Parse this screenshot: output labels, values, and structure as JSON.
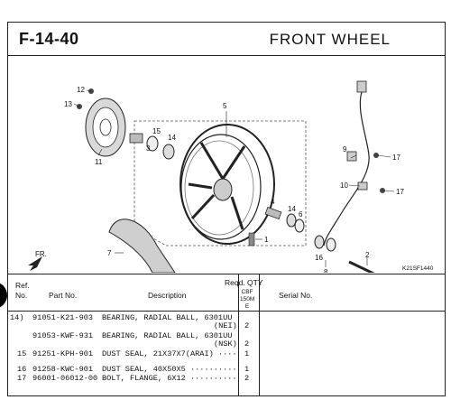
{
  "header": {
    "code": "F-14-40",
    "title": "FRONT WHEEL"
  },
  "diagram": {
    "callouts": [
      "12",
      "13",
      "11",
      "15",
      "3",
      "14",
      "5",
      "9",
      "17",
      "10",
      "17",
      "4",
      "14",
      "6",
      "1",
      "7",
      "16",
      "2",
      "8"
    ],
    "figure_code": "K21SF1440",
    "direction_label": "FR."
  },
  "table": {
    "headers": {
      "ref": "Ref.",
      "no": "No.",
      "part_no": "Part No.",
      "description": "Description",
      "reqd_qty": "Reqd. QTY",
      "model": "CBF",
      "model2": "150M",
      "model3": "E",
      "serial": "Serial No."
    },
    "rows": [
      {
        "ref": "14)",
        "part": "91051-K21-903",
        "desc": "BEARING, RADIAL BALL, 6301UU",
        "qty": ""
      },
      {
        "ref": "",
        "part": "",
        "desc": "(NEI)",
        "qty": "2"
      },
      {
        "ref": "",
        "part": "91053-KWF-931",
        "desc": "BEARING, RADIAL BALL, 6301UU",
        "qty": ""
      },
      {
        "ref": "",
        "part": "",
        "desc": "(NSK)",
        "qty": "2"
      },
      {
        "ref": "15",
        "part": "91251-KPH-901",
        "desc": "DUST SEAL, 21X37X7(ARAI) ····",
        "qty": "1"
      },
      {
        "ref": "16",
        "part": "91258-KWC-901",
        "desc": "DUST SEAL, 40X50X5 ··········",
        "qty": "1"
      },
      {
        "ref": "17",
        "part": "96001-06012-00",
        "desc": "BOLT, FLANGE, 6X12 ··········",
        "qty": "2"
      }
    ]
  }
}
